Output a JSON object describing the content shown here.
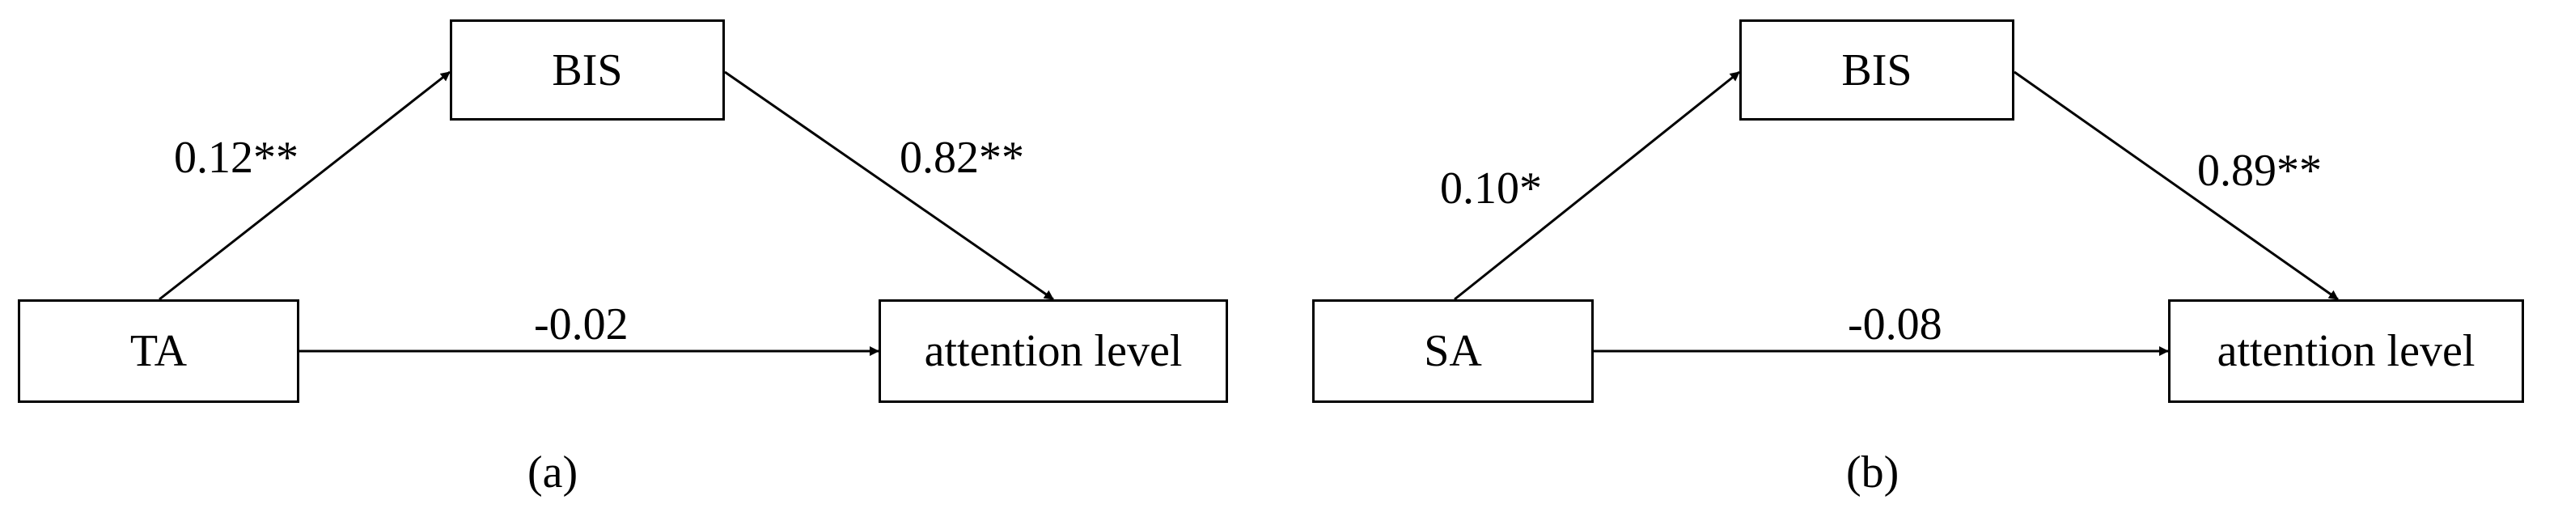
{
  "panels": [
    {
      "caption": "(a)",
      "nodes": {
        "mediator": "BIS",
        "predictor": "TA",
        "outcome": "attention level"
      },
      "paths": {
        "a": "0.12**",
        "b": "0.82**",
        "c": "-0.02"
      }
    },
    {
      "caption": "(b)",
      "nodes": {
        "mediator": "BIS",
        "predictor": "SA",
        "outcome": "attention level"
      },
      "paths": {
        "a": "0.10*",
        "b": "0.89**",
        "c": "-0.08"
      }
    }
  ]
}
